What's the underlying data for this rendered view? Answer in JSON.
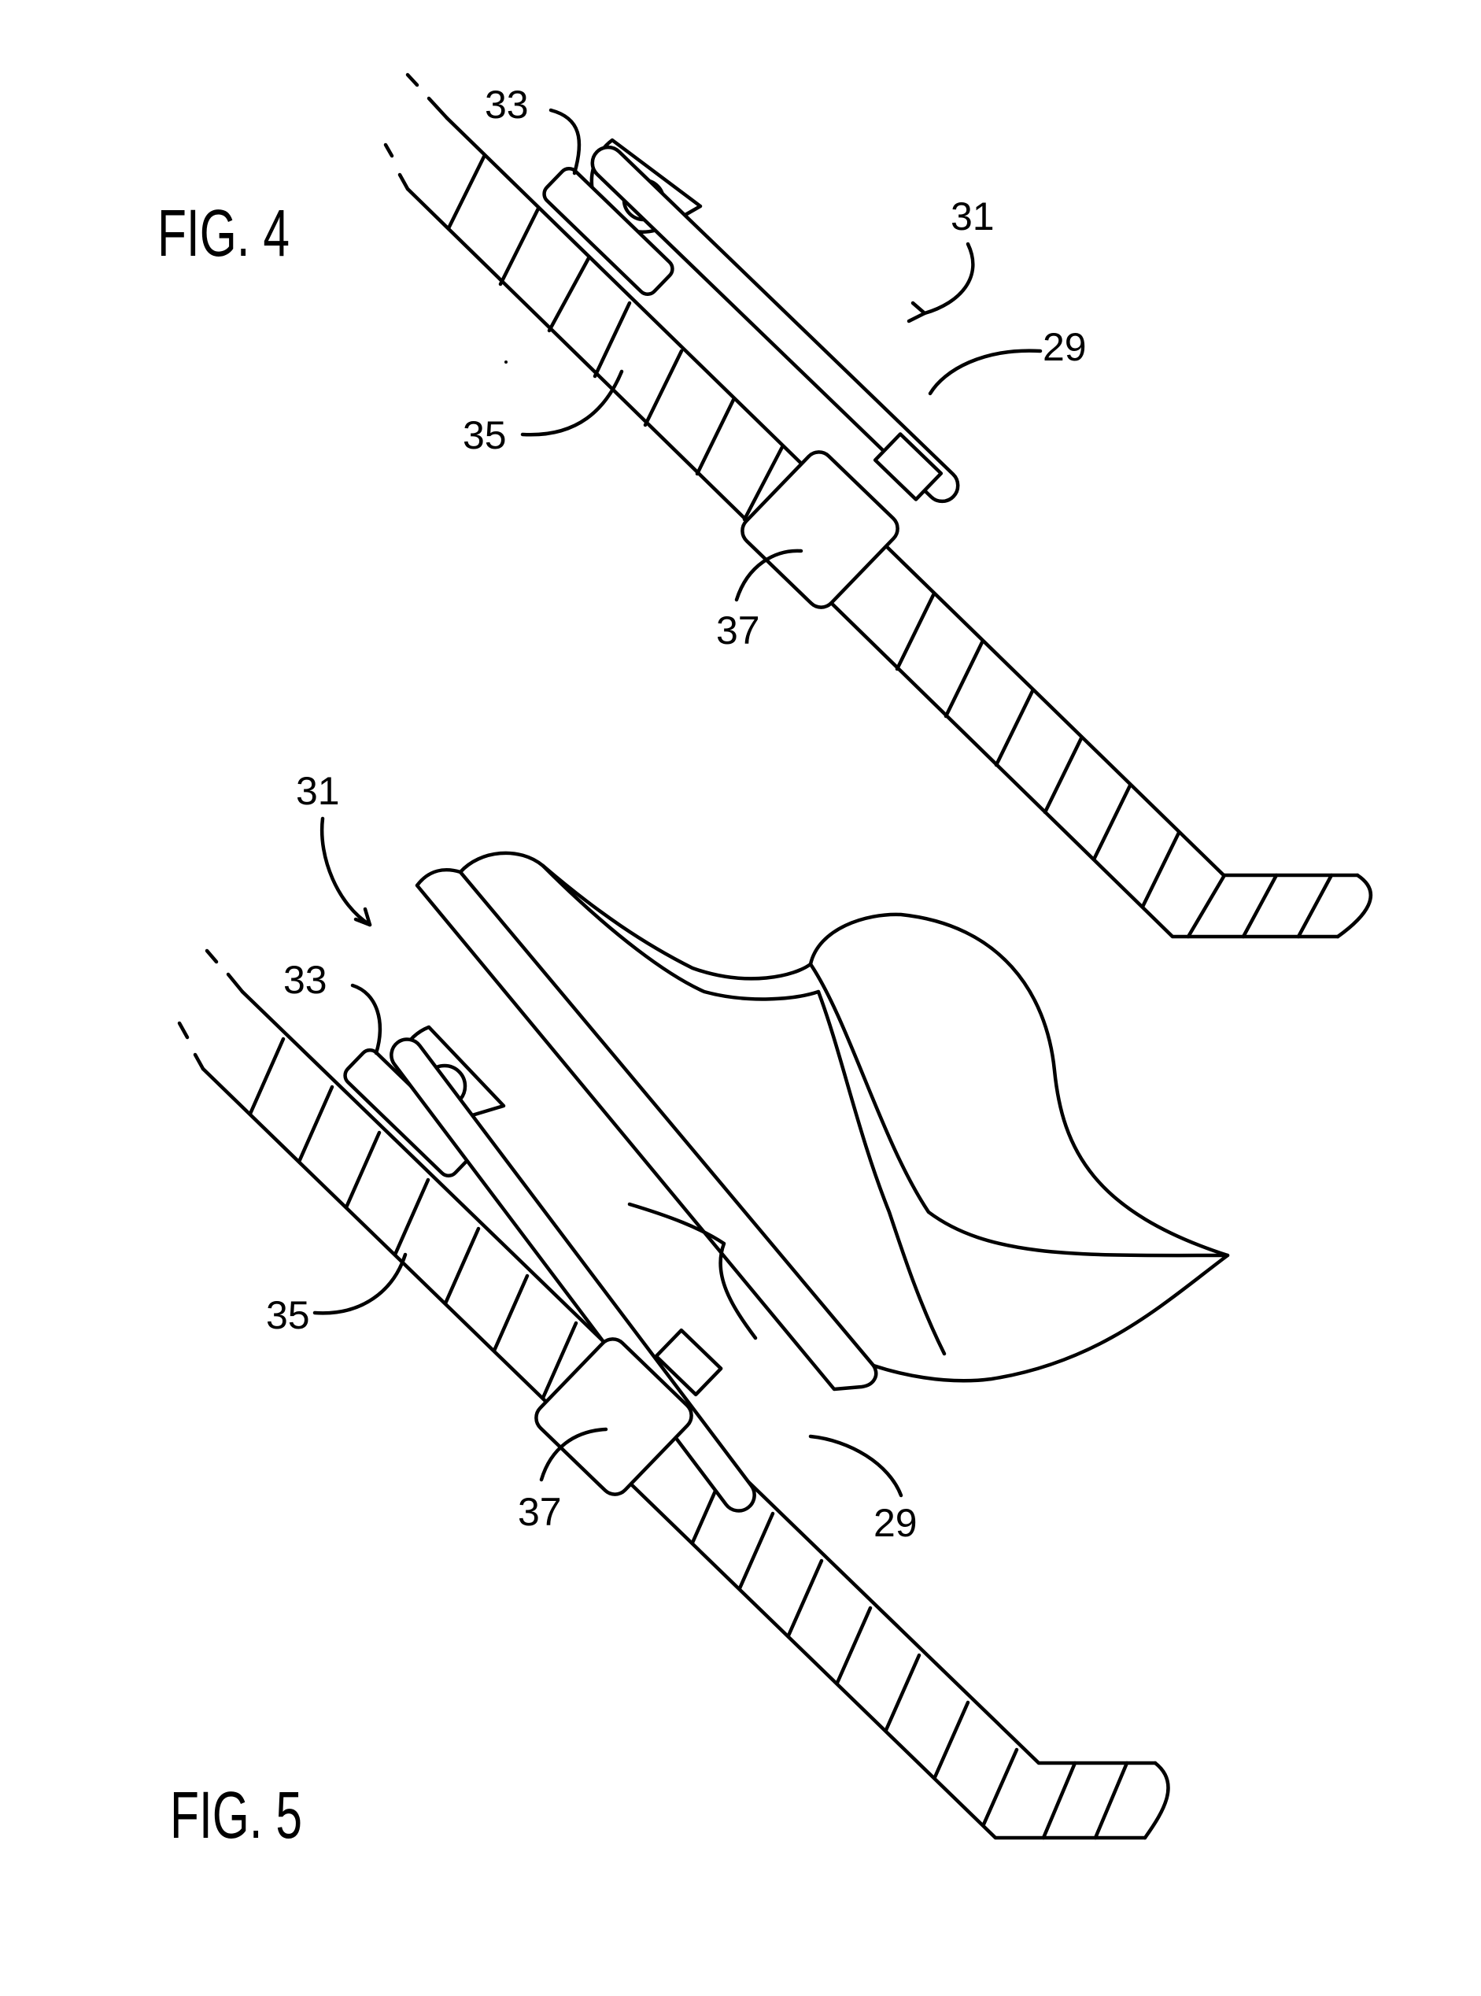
{
  "figures": [
    {
      "title": "FIG. 4",
      "labels": {
        "r31": "31",
        "r29": "29",
        "r33": "33",
        "r35": "35",
        "r37": "37"
      }
    },
    {
      "title": "FIG. 5",
      "labels": {
        "r31": "31",
        "r29": "29",
        "r33": "33",
        "r35": "35",
        "r37": "37"
      }
    }
  ]
}
